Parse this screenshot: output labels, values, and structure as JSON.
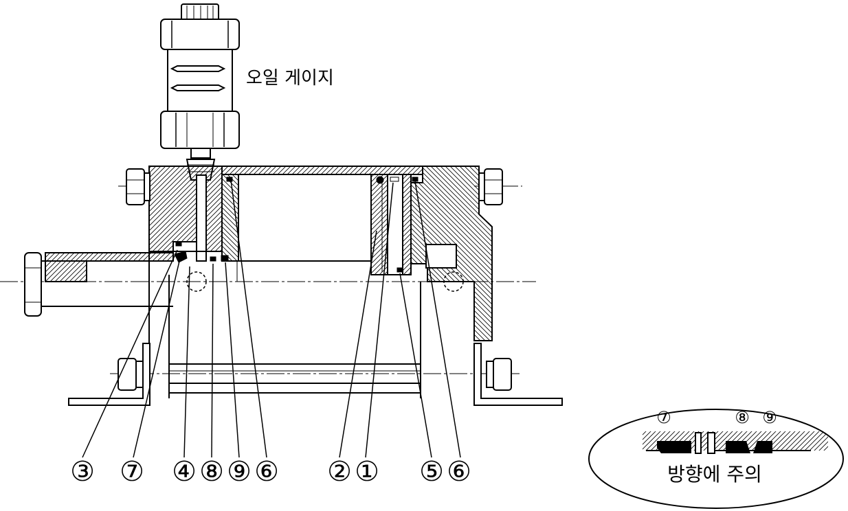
{
  "gauge_label": "오일 게이지",
  "callouts": [
    "③",
    "⑦",
    "④",
    "⑧",
    "⑨",
    "⑥",
    "②",
    "①",
    "⑤",
    "⑥"
  ],
  "detail": {
    "labels": [
      "⑦",
      "⑧",
      "⑨"
    ],
    "caption": "방향에 주의"
  }
}
